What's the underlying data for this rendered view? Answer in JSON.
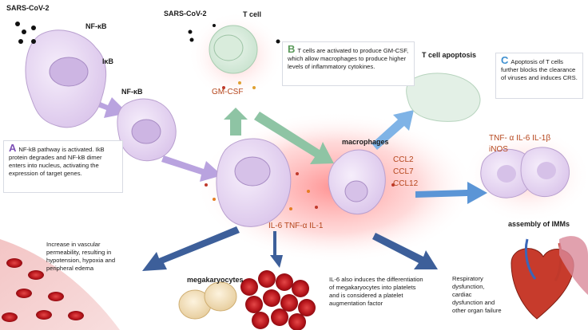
{
  "labels": {
    "sars_top_left": "SARS-CoV-2",
    "nfkb_1": "NF-κB",
    "ikb": "IκB",
    "nfkb_2": "NF-κB",
    "sars_top_mid": "SARS-CoV-2",
    "t_cell": "T cell",
    "gm_csf": "GM-CSF",
    "t_cell_apoptosis": "T cell apoptosis",
    "macrophages": "macrophages",
    "ccl2": "CCL2",
    "ccl7": "CCL7",
    "ccl12": "CCL12",
    "tnf_il6_il1b": "TNF- α  IL-6  IL-1β",
    "inos": "iNOS",
    "assembly_imms": "assembly of IMMs",
    "il6_tnf_il1": "IL-6  TNF-α  IL-1",
    "megakaryocytes": "megakaryocytes"
  },
  "panels": {
    "a": {
      "letter": "A",
      "text": "NF-kB pathway is activated. IkB protein degrades and NF-kB dimer enters into nucleus, activating the expression of target genes."
    },
    "b": {
      "letter": "B",
      "text": "T cells are activated to produce GM-CSF, which allow macrophages to produce higher levels of inflammatory cytokines."
    },
    "c": {
      "letter": "C",
      "text": "Apoptosis of T cells further blocks the clearance of viruses and induces CRS."
    }
  },
  "notes": {
    "vascular": "Increase in vascular permeability, resulting in hypotension, hypoxia and peripheral edema",
    "platelet": "IL-6 also induces the differentiation of megakaryocytes into platelets and is considered a platelet augmentation factor",
    "organ": "Respiratory dysfunction, cardiac dysfunction and other organ failure"
  },
  "colors": {
    "letter_a": "#7b4fb5",
    "letter_b": "#5a9a5a",
    "letter_c": "#3d8fd0",
    "cytokine_text": "#b5461c",
    "cell_fill": "#e9daf3",
    "arrow_purple": "#a98fd6",
    "arrow_green": "#7fb89a",
    "arrow_blue": "#5b95d6",
    "arrow_navy": "#2f4f86",
    "blood_red": "#c4161c"
  },
  "icons": [
    "virus-icon",
    "cell-icon",
    "arrow-icon",
    "heart-icon",
    "lung-icon"
  ]
}
